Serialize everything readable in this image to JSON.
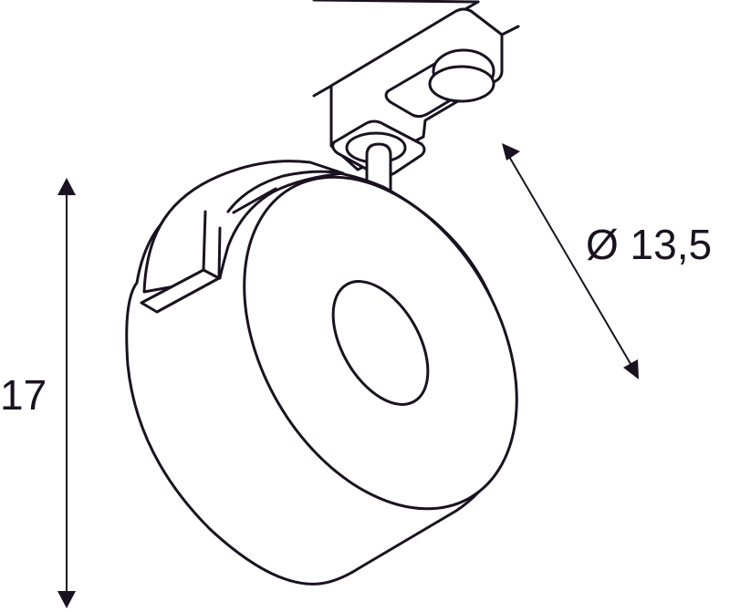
{
  "drawing": {
    "subject": "track spotlight with round lamp head and track adapter",
    "line_color": "#1a1220",
    "background": "#ffffff"
  },
  "dimensions": {
    "height": {
      "label": "17",
      "orientation": "vertical"
    },
    "diameter": {
      "label": "Ø 13,5",
      "orientation": "diagonal"
    }
  }
}
